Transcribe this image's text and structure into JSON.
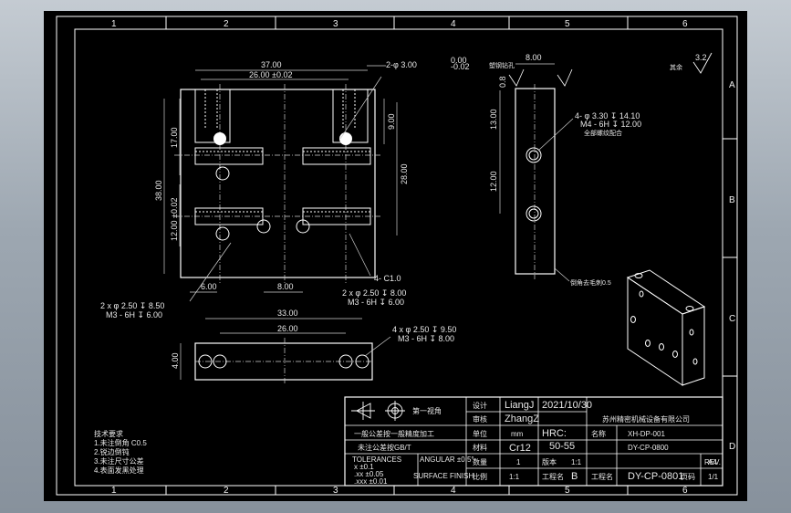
{
  "grid": {
    "columns": [
      "1",
      "2",
      "3",
      "4",
      "5",
      "6"
    ],
    "rows": [
      "A",
      "B",
      "C",
      "D"
    ]
  },
  "front_view": {
    "dim_overall_width": "37.00",
    "dim_hole_spacing": "26.00 ±0.02",
    "dim_overall_height": "38.00",
    "dim_upper": "17.00",
    "dim_lower": "12.00 ±0.02",
    "dim_right_height": "28.00",
    "dim_right_small": "9.00",
    "dim_top_offset_a": "0.00",
    "dim_top_offset_b": "-0.02",
    "dim_left_6": "6.00",
    "dim_mid_8": "8.00",
    "note_top": "2-φ 3.00",
    "note_top_cn": "塑钢钻孔",
    "note_chamfer": "4- C1.0",
    "note_left_a": "2 x φ 2.50 ↧ 8.50",
    "note_left_b": "M3 - 6H ↧ 6.00",
    "note_right_a": "2 x φ 2.50 ↧ 8.00",
    "note_right_b": "M3 - 6H ↧ 6.00"
  },
  "bottom_view": {
    "dim_33": "33.00",
    "dim_26": "26.00",
    "dim_4": "4.00",
    "note_a": "4 x φ 2.50 ↧ 9.50",
    "note_b": "M3 - 6H ↧ 8.00"
  },
  "side_view": {
    "dim_width": "8.00",
    "dim_13": "13.00",
    "dim_12": "12.00",
    "dim_08": "0.8",
    "note_a": "4- φ 3.30 ↧ 14.10",
    "note_b": "M4 - 6H ↧ 12.00",
    "note_c": "全部螺纹配合",
    "note_edge": "倒角去毛刺0.5"
  },
  "surface": {
    "roughness": "3.2",
    "label": "其余"
  },
  "notes": [
    "技术要求",
    "1.未注倒角 C0.5",
    "2.锐边倒钝",
    "3.未注尺寸公差",
    "4.表面发黑处理"
  ],
  "title_block": {
    "projection_label": "第一视角",
    "tol_line1": "一般公差按一般精度加工",
    "tol_line2": "未注公差按GB/T",
    "tolerances": "TOLERANCES",
    "tol_x": "x   ±0.1",
    "tol_xx": ".xx  ±0.05",
    "tol_xxx": ".xxx ±0.01",
    "angular": "ANGULAR ±0.5°",
    "surface_finish": "SURFACE FINISH",
    "design_label": "设计",
    "designer": "LiangJ",
    "date": "2021/10/30",
    "check_label": "审核",
    "checker": "ZhangZ",
    "unit_label": "单位",
    "unit": "mm",
    "hrc_label": "HRC:",
    "hrc": "50-55",
    "material_label": "材料",
    "material": "Cr12",
    "qty_label": "数量",
    "qty": "1",
    "scale_label": "比例",
    "scale": "1:1",
    "version_label": "版本",
    "version": "B",
    "company": "苏州精密机械设备有限公司",
    "name_label": "名称",
    "part_no": "XH-DP-001",
    "drawing_no": "DY-CP-0800",
    "project_label": "工程名",
    "drawing_no2": "DY-CP-0801",
    "rev_label": "REV.",
    "size": "A4",
    "sheet_label": "页码",
    "sheet": "1/1"
  }
}
